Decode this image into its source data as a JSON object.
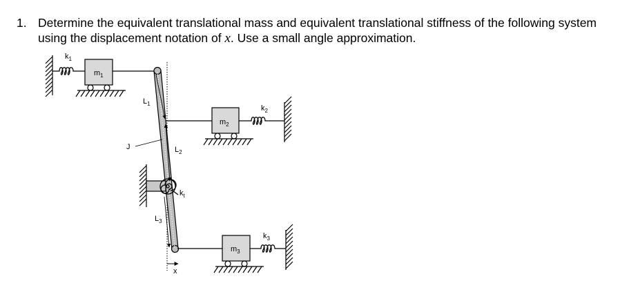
{
  "problem": {
    "number": "1.",
    "text_before": "Determine the equivalent translational mass and equivalent translational stiffness of the following system using the displacement notation of",
    "variable": "x",
    "text_after": ". Use a small angle approximation."
  },
  "figure": {
    "labels": {
      "k1": {
        "main": "k",
        "sub": "1"
      },
      "m1": {
        "main": "m",
        "sub": "1"
      },
      "L1": {
        "main": "L",
        "sub": "1"
      },
      "m2": {
        "main": "m",
        "sub": "2"
      },
      "k2": {
        "main": "k",
        "sub": "2"
      },
      "J": {
        "main": "J"
      },
      "L2": {
        "main": "L",
        "sub": "2"
      },
      "kt": {
        "main": "k",
        "sub": "t"
      },
      "L3": {
        "main": "L",
        "sub": "3"
      },
      "m3": {
        "main": "m",
        "sub": "3"
      },
      "k3": {
        "main": "k",
        "sub": "3"
      },
      "x": {
        "main": "x"
      }
    }
  }
}
